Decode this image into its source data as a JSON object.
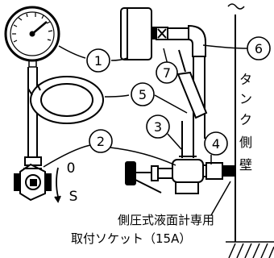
{
  "callouts": {
    "c1": "1",
    "c2": "2",
    "c3": "3",
    "c4": "4",
    "c5": "5",
    "c6": "6",
    "c7": "7"
  },
  "labels": {
    "tank_wall": [
      "タ",
      "ン",
      "ク",
      "側",
      "壁"
    ],
    "angle_min": "0",
    "angle_max": "S",
    "socket_line1": "側圧式液面計専用",
    "socket_line2": "取付ソケット（15A）"
  }
}
